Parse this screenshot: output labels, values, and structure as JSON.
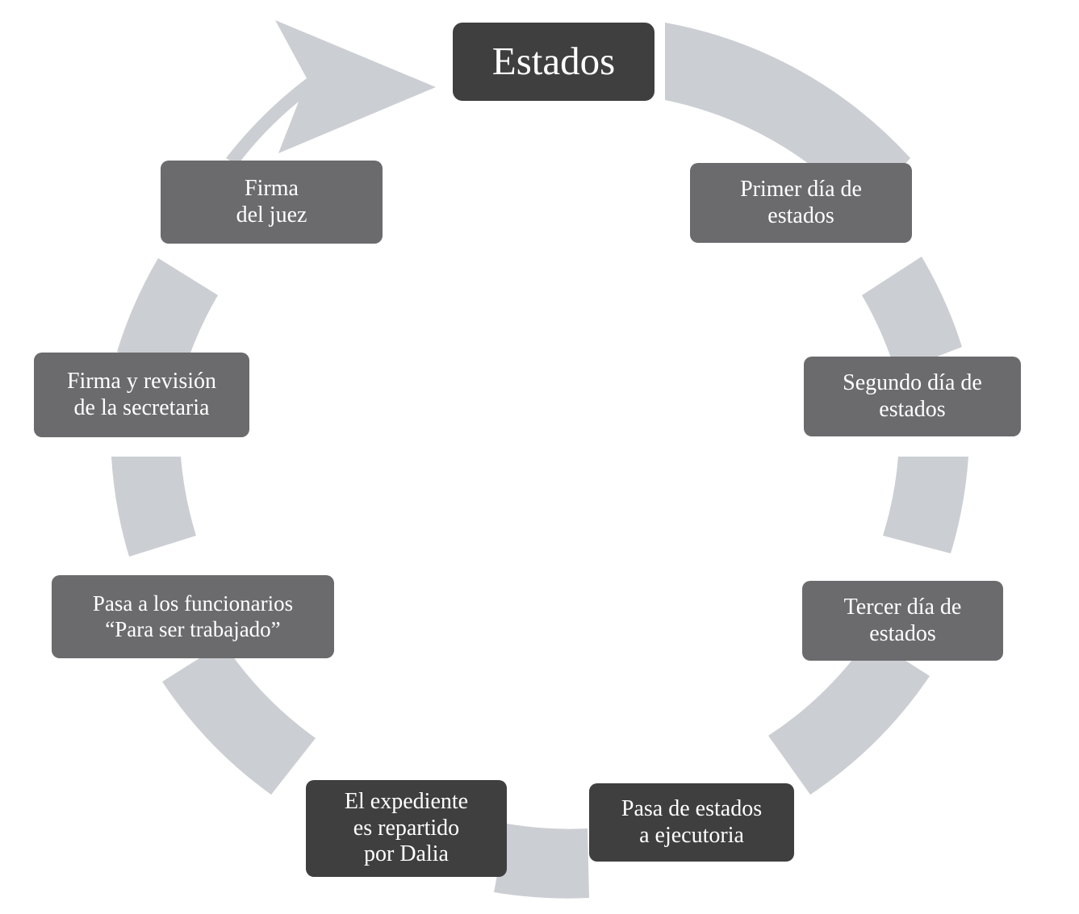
{
  "diagram": {
    "type": "cycle",
    "title": "Estados",
    "direction": "clockwise",
    "colors": {
      "background": "#ffffff",
      "ring": "#cbced3",
      "node_dark": "#3f3f3f",
      "node_mid": "#6b6b6e",
      "node_text": "#ffffff"
    },
    "arrowhead": {
      "position": "top-left",
      "points_to": "Estados",
      "name": "cycle-arrowhead"
    },
    "steps": [
      {
        "index": 1,
        "label": "Estados",
        "shade": "dark",
        "role": "title"
      },
      {
        "index": 2,
        "label": "Primer día de\nestados",
        "shade": "mid",
        "role": "step"
      },
      {
        "index": 3,
        "label": "Segundo día de\nestados",
        "shade": "mid",
        "role": "step"
      },
      {
        "index": 4,
        "label": "Tercer día de\nestados",
        "shade": "mid",
        "role": "step"
      },
      {
        "index": 5,
        "label": "Pasa de estados\na ejecutoria",
        "shade": "dark",
        "role": "step"
      },
      {
        "index": 6,
        "label": "El expediente\nes repartido\npor Dalia",
        "shade": "dark",
        "role": "step"
      },
      {
        "index": 7,
        "label": "Pasa a los funcionarios\n“Para ser trabajado”",
        "shade": "mid",
        "role": "step"
      },
      {
        "index": 8,
        "label": "Firma y revisión\nde la secretaria",
        "shade": "mid",
        "role": "step"
      },
      {
        "index": 9,
        "label": "Firma\ndel juez",
        "shade": "mid",
        "role": "step"
      }
    ]
  }
}
